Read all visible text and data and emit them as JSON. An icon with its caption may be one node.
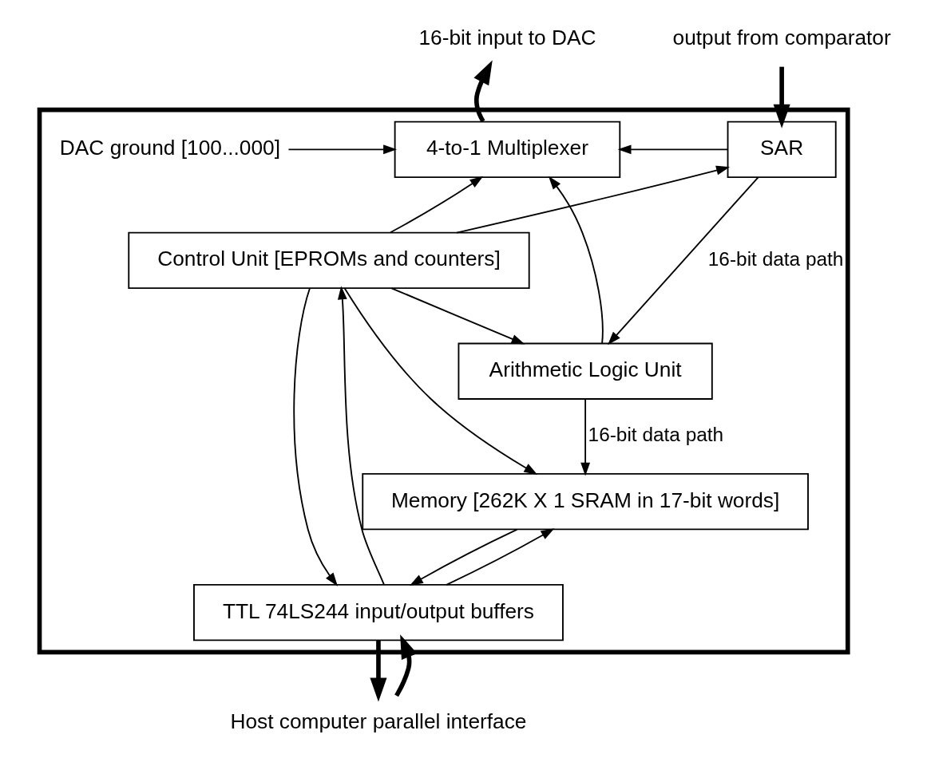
{
  "diagram": {
    "nodes": [
      {
        "text": [],
        "shape": "box"
      },
      {
        "text": [
          "16-bit input to DAC"
        ]
      },
      {
        "text": [
          "output from comparator"
        ]
      },
      {
        "text": [
          "4-to-1 Multiplexer"
        ],
        "in": 0
      },
      {
        "text": [
          "DAC ground [100...000]"
        ],
        "in": 0
      },
      {
        "text": [
          "SAR"
        ],
        "in": 0
      },
      {
        "text": [
          "Arithmetic Logic Unit"
        ],
        "in": 0
      },
      {
        "text": [
          "Control Unit [EPROMs and counters]"
        ],
        "in": 0
      },
      {
        "text": [
          "Memory [262K X 1 SRAM in 17-bit words]"
        ],
        "in": 0
      },
      {
        "text": [
          "TTL 74LS244 input/output buffers"
        ],
        "in": 0
      },
      {
        "text": [
          "Host computer parallel interface"
        ]
      }
    ],
    "edges": [
      {
        "from": 3,
        "to": 1,
        "arrow": "to",
        "style": "thick"
      },
      {
        "from": 2,
        "to": 5,
        "arrow": "to",
        "style": "thick"
      },
      {
        "from": 4,
        "to": 3,
        "arrow": "to"
      },
      {
        "from": 7,
        "to": 3,
        "arrow": "to"
      },
      {
        "from": 7,
        "to": 5,
        "arrow": "to"
      },
      {
        "from": 5,
        "to": 6,
        "arrow": "to",
        "label": "16-bit data path"
      },
      {
        "from": 5,
        "to": 3,
        "arrow": "to"
      },
      {
        "from": 6,
        "to": 8,
        "arrow": "to",
        "label": "16-bit data path"
      },
      {
        "from": 6,
        "to": 3,
        "arrow": "to"
      },
      {
        "from": 7,
        "to": 6,
        "arrow": "to"
      },
      {
        "from": 7,
        "to": 8,
        "arrow": "to"
      },
      {
        "from": 9,
        "to": 7,
        "arrow": "to"
      },
      {
        "from": 7,
        "to": 9,
        "arrow": "to"
      },
      {
        "from": 9,
        "to": 8,
        "arrow": "to"
      },
      {
        "from": 8,
        "to": 9,
        "arrow": "to"
      },
      {
        "from": 10,
        "to": 9,
        "arrow": "to",
        "style": "thick"
      },
      {
        "from": 9,
        "to": 10,
        "arrow": "to",
        "style": "thick"
      }
    ]
  }
}
